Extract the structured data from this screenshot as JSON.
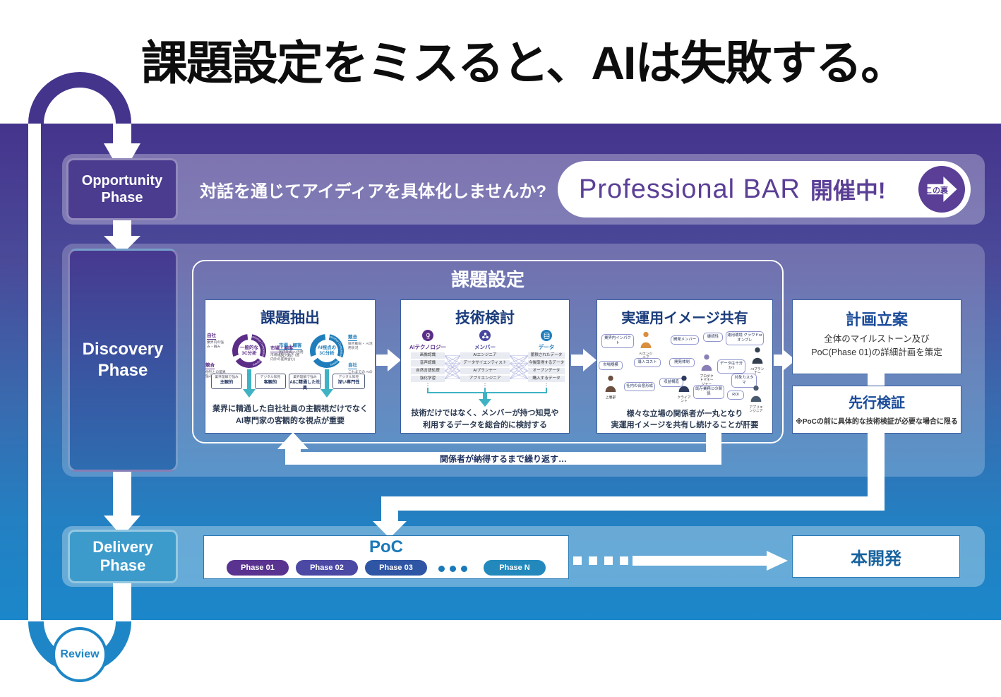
{
  "title": "課題設定をミスると、AIは失敗する。",
  "review_label": "Review",
  "colors": {
    "accent_purple": "#5b3f96",
    "panel_top": "#45348c",
    "panel_bottom": "#1e86c6",
    "teal_accent": "#3fb3c3",
    "card_title_navy": "#1c3d7c",
    "poc_blue": "#1a79b8"
  },
  "opportunity": {
    "phase_line1": "Opportunity",
    "phase_line2": "Phase",
    "prompt": "対話を通じてアイディアを具体化しませんか?",
    "bar_text": "Professional BAR",
    "bar_suffix": "開催中!",
    "arrow_label": "この裏"
  },
  "discovery": {
    "phase_line1": "Discovery",
    "phase_line2": "Phase",
    "section_title": "課題設定",
    "loop_label": "関係者が納得するまで繰り返す…",
    "cards": [
      {
        "title": "課題抽出",
        "caption1": "業界に精通した自社社員の主観視だけでなく",
        "caption2": "AI専門家の客観的な視点が重要",
        "rings": [
          {
            "center1": "一般的な",
            "center2": "3C分析",
            "color": "#5b2d87",
            "segments": "Customer Competitor Company",
            "labels": [
              {
                "name": "自社",
                "desc": "業界内の強み・弱み"
              },
              {
                "name": "競合",
                "desc": "他社との差異 強み・弱み"
              },
              {
                "name": "市場・顧客",
                "desc": "市場規模や動き (国内外の差異含む)"
              }
            ],
            "chips": [
              {
                "top": "業界理解で強み",
                "bottom": "主観的"
              },
              {
                "top": "デジタル知見",
                "bottom": "客観的"
              }
            ]
          },
          {
            "center1": "AI視点の",
            "center2": "3C分析",
            "color": "#1f7dbb",
            "segments": "Customer Competitor Company",
            "labels": [
              {
                "name": "市場・顧客",
                "desc": "国内外の AI活用トレンド"
              },
              {
                "name": "競合",
                "desc": "競合動向・ AI活用状況"
              },
              {
                "name": "自社",
                "desc": "これまでの AIの取り組み"
              }
            ],
            "chips": [
              {
                "top": "業界理解で強み",
                "bottom": "AIに精通した社員"
              },
              {
                "top": "デジタル知見",
                "bottom": "深い専門性"
              }
            ]
          }
        ]
      },
      {
        "title": "技術検討",
        "caption1": "技術だけではなく、メンバーが持つ知見や",
        "caption2": "利用するデータを総合的に検討する",
        "ellipsis": "⋮",
        "columns": [
          {
            "label": "AIテクノロジー",
            "color": "#5b2d87",
            "items": [
              "画像認識",
              "音声認識",
              "自然言語処理",
              "強化学習"
            ]
          },
          {
            "label": "メンバー",
            "color": "#4646a0",
            "items": [
              "AIエンジニア",
              "データサイエンティスト",
              "AIプランナー",
              "アプリエンジニア"
            ]
          },
          {
            "label": "データ",
            "color": "#1f7dbb",
            "items": [
              "蓄積されたデータ",
              "今後取得するデータ",
              "オープンデータ",
              "購入するデータ"
            ]
          }
        ]
      },
      {
        "title": "実運用イメージ共有",
        "caption1": "様々な立場の関係者が一丸となり",
        "caption2": "実運用イメージを共有し続けることが肝要",
        "bubbles": [
          "業界内インパクト",
          "導入コスト",
          "開発メンバー",
          "開発体制",
          "継続性",
          "運用環境 クラウドorオンプレ",
          "市場規模",
          "収益構造",
          "社内の合意形成",
          "既存業務との関係",
          "データは十分か?",
          "対象カスタマ",
          "ROI"
        ],
        "people": [
          "AIエンジニア",
          "上層部",
          "クライアント",
          "プロダクトマネージャー",
          "AIプランナー",
          "アプリエンジニア"
        ]
      }
    ],
    "plan": {
      "title": "計画立案",
      "body1": "全体のマイルストーン及び",
      "body2": "PoC(Phase 01)の詳細計画を策定"
    },
    "preverify": {
      "title": "先行検証",
      "note": "※PoCの前に具体的な技術検証が必要な場合に限る"
    }
  },
  "delivery": {
    "phase_line1": "Delivery",
    "phase_line2": "Phase",
    "poc_title": "PoC",
    "poc_phases": [
      {
        "label": "Phase 01",
        "color": "#5a3390"
      },
      {
        "label": "Phase 02",
        "color": "#4c49a5"
      },
      {
        "label": "Phase 03",
        "color": "#2f55a5"
      },
      {
        "label": "Phase N",
        "color": "#2389bd"
      }
    ],
    "main_dev": "本開発"
  }
}
